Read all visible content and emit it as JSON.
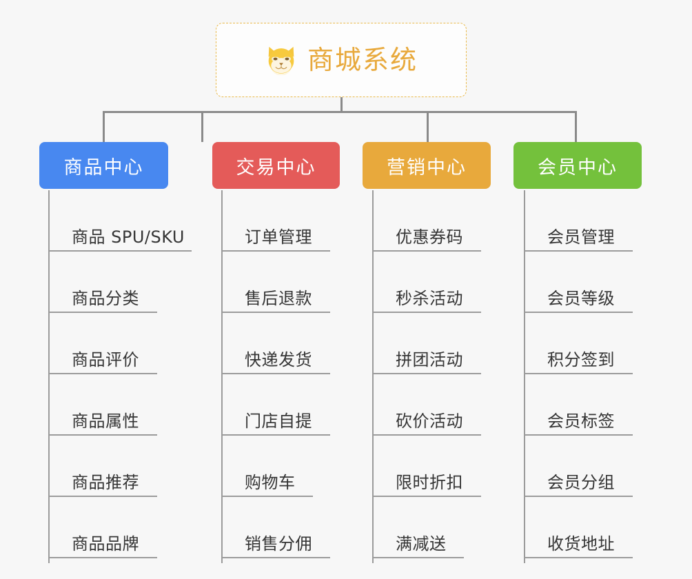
{
  "diagram": {
    "type": "org-chart",
    "background_color": "#f7f7f7",
    "root": {
      "title": "商城系统",
      "icon": "shiba-dog-icon",
      "border_color": "#e9b94a",
      "text_color": "#e8a93c"
    },
    "connector_color": "#8a8a8a",
    "leaf_line_color": "#9b9b9b",
    "leaf_text_color": "#353535",
    "branches": [
      {
        "label": "商品中心",
        "color": "#4888f0",
        "items": [
          "商品 SPU/SKU",
          "商品分类",
          "商品评价",
          "商品属性",
          "商品推荐",
          "商品品牌"
        ]
      },
      {
        "label": "交易中心",
        "color": "#e45b59",
        "items": [
          "订单管理",
          "售后退款",
          "快递发货",
          "门店自提",
          "购物车",
          "销售分佣"
        ]
      },
      {
        "label": "营销中心",
        "color": "#e8a93c",
        "items": [
          "优惠券码",
          "秒杀活动",
          "拼团活动",
          "砍价活动",
          "限时折扣",
          "满减送"
        ]
      },
      {
        "label": "会员中心",
        "color": "#74c13c",
        "items": [
          "会员管理",
          "会员等级",
          "积分签到",
          "会员标签",
          "会员分组",
          "收货地址"
        ]
      }
    ]
  }
}
